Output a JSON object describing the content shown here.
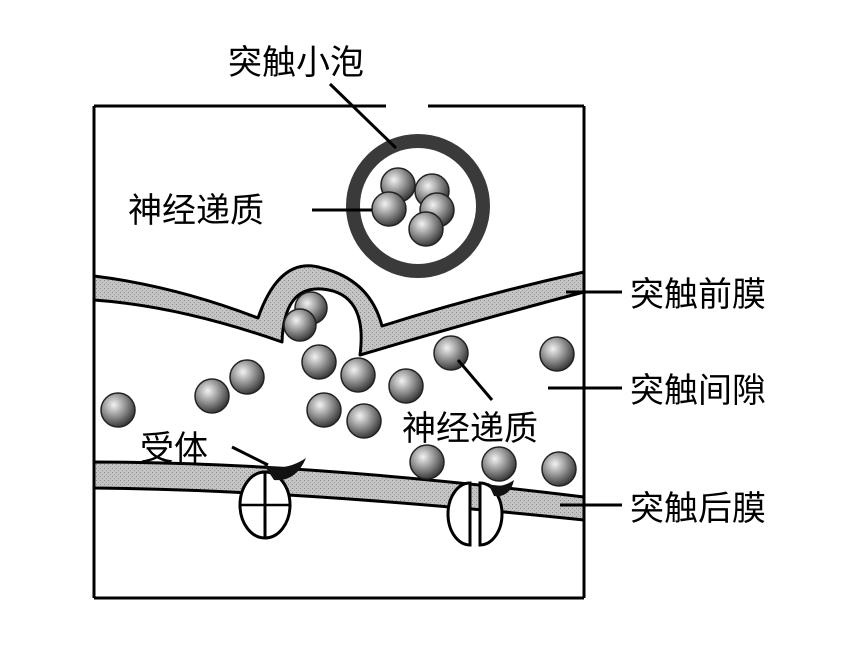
{
  "labels": {
    "synaptic_vesicle": "突触小泡",
    "neurotransmitter_vesicle": "神经递质",
    "presynaptic_membrane": "突触前膜",
    "synaptic_cleft": "突触间隙",
    "neurotransmitter_cleft": "神经递质",
    "receptor": "受体",
    "postsynaptic_membrane": "突触后膜"
  },
  "colors": {
    "ink": "#000000",
    "membrane_fill": "#bdbdbd",
    "vesicle_ring": "#3a3a3a",
    "molecule_dark": "#333333",
    "molecule_light": "#f2f2f2",
    "background": "#ffffff"
  }
}
